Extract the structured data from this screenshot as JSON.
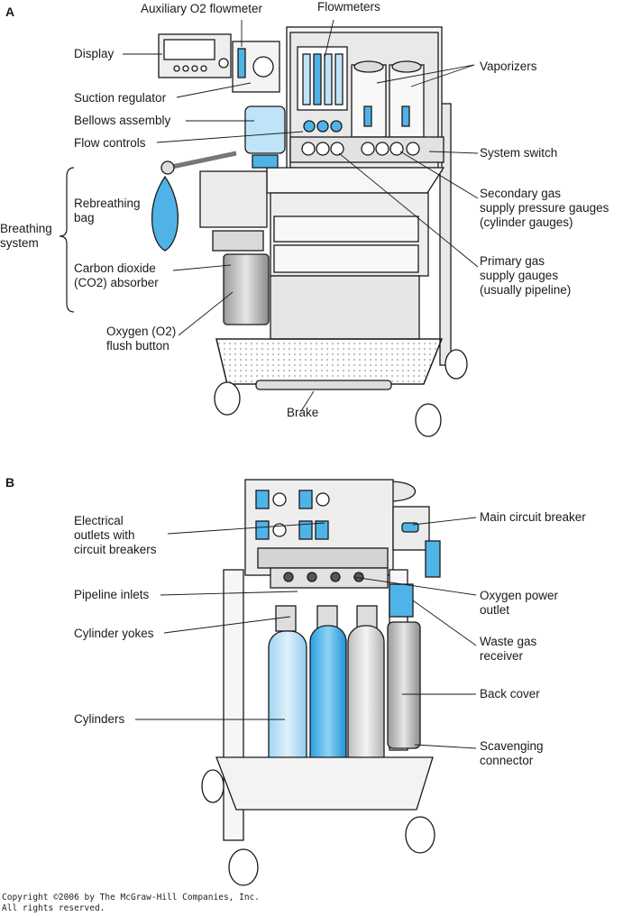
{
  "panel_a": {
    "letter": "A",
    "labels": {
      "aux_flowmeter": "Auxiliary O2 flowmeter",
      "flowmeters": "Flowmeters",
      "display": "Display",
      "vaporizers": "Vaporizers",
      "suction_regulator": "Suction regulator",
      "bellows_assembly": "Bellows assembly",
      "flow_controls": "Flow controls",
      "system_switch": "System switch",
      "breathing_system": [
        "Breathing",
        "system"
      ],
      "rebreathing_bag": [
        "Rebreathing",
        "bag"
      ],
      "secondary_gas": [
        "Secondary gas",
        "supply pressure gauges",
        "(cylinder gauges)"
      ],
      "co2_absorber": [
        "Carbon dioxide",
        "(CO2) absorber"
      ],
      "primary_gas": [
        "Primary gas",
        "supply gauges",
        "(usually pipeline)"
      ],
      "o2_flush": [
        "Oxygen (O2)",
        "flush button"
      ],
      "brake": "Brake"
    }
  },
  "panel_b": {
    "letter": "B",
    "labels": {
      "electrical_outlets": [
        "Electrical",
        "outlets with",
        "circuit breakers"
      ],
      "main_breaker": "Main circuit breaker",
      "pipeline_inlets": "Pipeline inlets",
      "oxygen_power_outlet": [
        "Oxygen power",
        "outlet"
      ],
      "cylinder_yokes": "Cylinder yokes",
      "waste_gas_receiver": [
        "Waste gas",
        "receiver"
      ],
      "back_cover": "Back cover",
      "cylinders": "Cylinders",
      "scavenging_connector": [
        "Scavenging",
        "connector"
      ]
    }
  },
  "copyright": [
    "Copyright ©2006 by The McGraw-Hill Companies, Inc.",
    "All rights reserved."
  ],
  "colors": {
    "outline": "#1a1a1a",
    "cabinet": "#f2f2f2",
    "shadow": "#cfcfcf",
    "accent_blue": "#4fb3e8",
    "light_blue": "#bfe4f7"
  }
}
